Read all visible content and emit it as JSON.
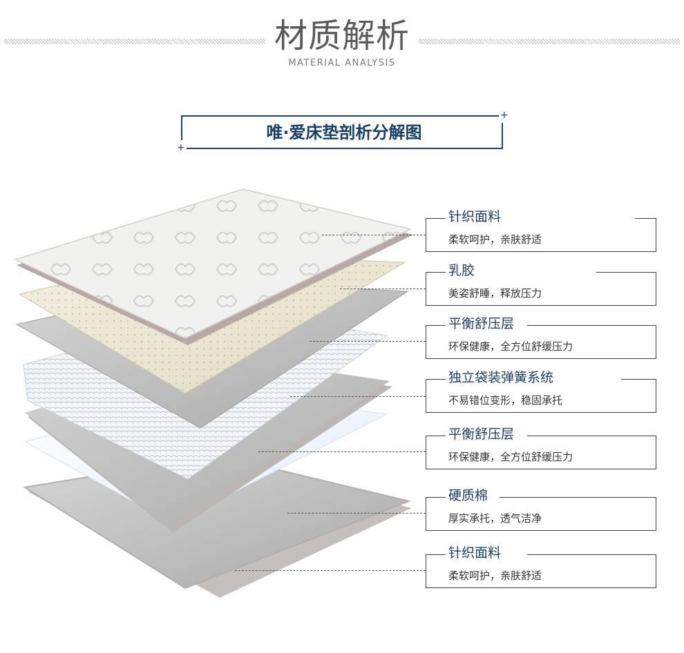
{
  "header": {
    "title": "材质解析",
    "subtitle_en": "MATERIAL ANALYSIS"
  },
  "section_title": "唯·爱床垫剖析分解图",
  "layers": [
    {
      "name": "针织面料",
      "desc": "柔软呵护，亲肤舒适"
    },
    {
      "name": "乳胶",
      "desc": "美姿舒睡，释放压力"
    },
    {
      "name": "平衡舒压层",
      "desc": "环保健康，全方位舒缓压力"
    },
    {
      "name": "独立袋装弹簧系统",
      "desc": "不易错位变形，稳固承托"
    },
    {
      "name": "平衡舒压层",
      "desc": "环保健康，全方位舒缓压力"
    },
    {
      "name": "硬质棉",
      "desc": "厚实承托，透气洁净"
    },
    {
      "name": "针织面料",
      "desc": "柔软呵护，亲肤舒适"
    }
  ],
  "colors": {
    "accent": "#1b4472",
    "title_gray": "#5a5a5a"
  }
}
